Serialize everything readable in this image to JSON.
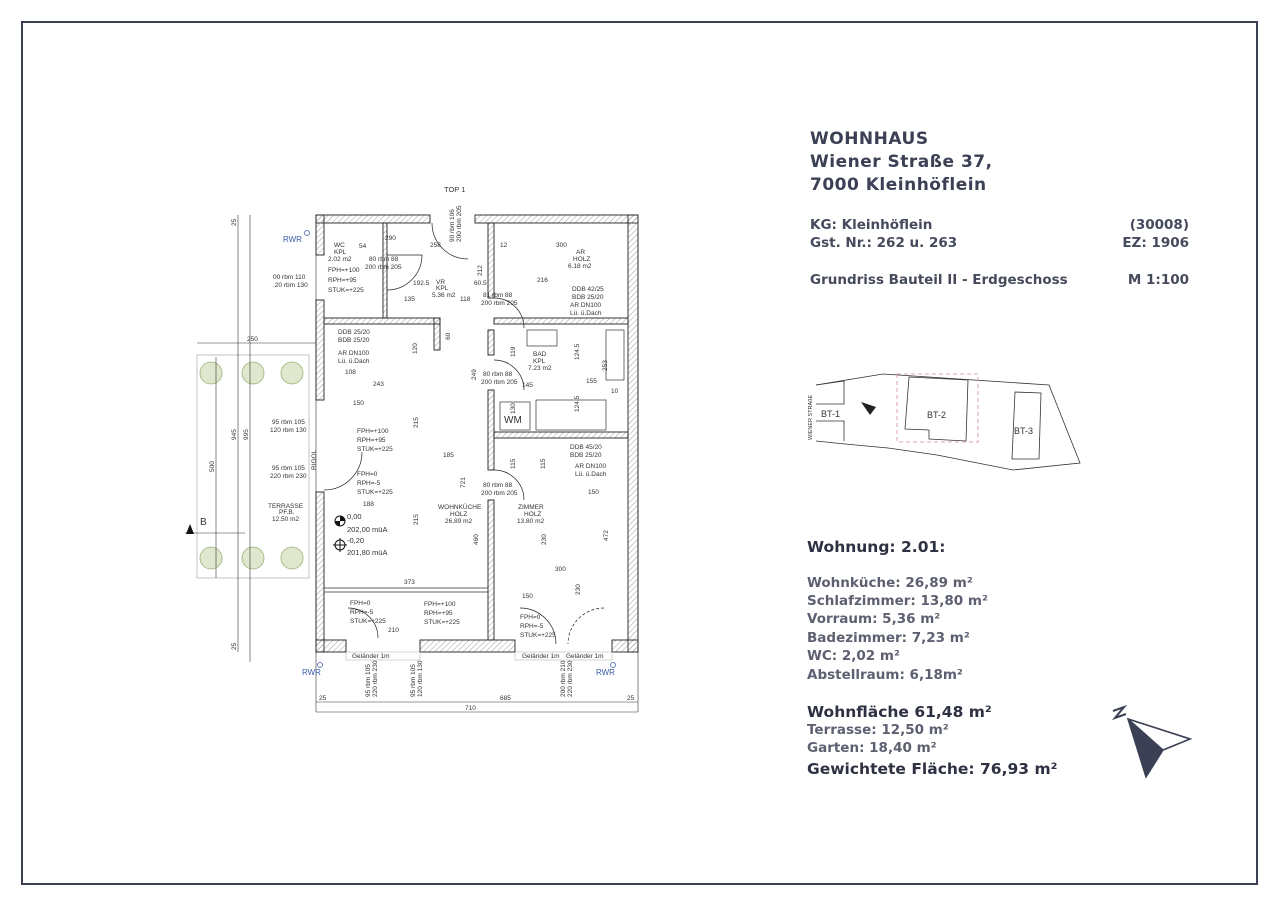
{
  "header": {
    "title_1": "WOHNHAUS",
    "title_2": "Wiener Straße 37,",
    "title_3": "7000 Kleinhöflein",
    "kg": "KG: Kleinhöflein",
    "kg_code": "(30008)",
    "gst": "Gst. Nr.: 262 u. 263",
    "ez": "EZ: 1906",
    "plan_title": "Grundriss Bauteil II - Erdgeschoss",
    "scale": "M 1:100"
  },
  "site_plan": {
    "street": "WIENER STRAßE",
    "buildings": [
      "BT-1",
      "BT-2",
      "BT-3"
    ]
  },
  "apartment": {
    "heading": "Wohnung: 2.01:",
    "rooms": [
      "Wohnküche: 26,89 m²",
      "Schlafzimmer: 13,80 m²",
      "Vorraum: 5,36 m²",
      "Badezimmer: 7,23 m²",
      "WC: 2,02 m²",
      "Abstellraum: 6,18m²"
    ],
    "living_area": "Wohnfläche 61,48 m²",
    "terrace": "Terrasse: 12,50 m²",
    "garden": "Garten: 18,40 m²",
    "weighted_area": "Gewichtete Fläche: 76,93 m²"
  },
  "plan": {
    "top": "TOP 1",
    "rwr": "RWR",
    "wc": [
      "WC",
      "KPL",
      "2.02 m2"
    ],
    "vr": [
      "VR",
      "KPL",
      "5.36 m2"
    ],
    "ar": [
      "AR",
      "HOLZ",
      "6.18 m2"
    ],
    "bad": [
      "BAD",
      "KPL",
      "7.23 m2"
    ],
    "wohnkueche": [
      "WOHNKÜCHE",
      "HOLZ",
      "26.89 m2"
    ],
    "zimmer": [
      "ZIMMER",
      "HOLZ",
      "13.80 m2"
    ],
    "terrasse": [
      "TERRASSE",
      "PF.B.",
      "12.50 m2"
    ],
    "wm": "WM",
    "section": "B",
    "rigol": "RIGOL",
    "fph_100": [
      "FPH=+100",
      "RPH=+95",
      "STUK=+225"
    ],
    "fph_0": [
      "FPH=0",
      "RPH=-5",
      "STUK=+225"
    ],
    "ddb_1": [
      "DDB 42/25",
      "BDB 25/20",
      "AR DN100",
      "Lü. ü.Dach"
    ],
    "ddb_2": [
      "DDB 25/20",
      "BDB 25/20",
      "AR DN100",
      "Lü. ü.Dach"
    ],
    "ddb_3": [
      "DDB 45/20",
      "BDB 25/20",
      "AR DN100",
      "Lü. ü.Dach"
    ],
    "door_80": [
      "80 rbm 88",
      "200 rbm 205"
    ],
    "door_81": [
      "81 rbm 88",
      "200 rbm 205"
    ],
    "win_left_1": [
      "00 rbm 110",
      ".20 rbm 130"
    ],
    "win_left_2": [
      "95 rbm 105",
      "120 rbm 130"
    ],
    "win_left_3": [
      "95 rbm 105",
      "220 rbm 230"
    ],
    "win_bottom_1": [
      "95 rbm 105",
      "220 rbm 230"
    ],
    "win_bottom_2": [
      "95 rbm 105",
      "120 rbm 130"
    ],
    "win_bottom_3": [
      "200 rbm 210",
      "220 rbm 230"
    ],
    "top_door": [
      "90 rbm 106",
      "200 rbm 205"
    ],
    "railing": "Geländer 1m",
    "level_1": [
      "0,00",
      "202,00 müA"
    ],
    "level_2": [
      "-0,20",
      "201,80 müA"
    ],
    "dims": {
      "d54": "54",
      "d290": "290",
      "d258": "258",
      "d12": "12",
      "d300": "300",
      "d216": "216",
      "d192": "192.5",
      "d60_5": "60.5",
      "d135": "135",
      "d118": "118",
      "d108": "108",
      "d243": "243",
      "d150": "150",
      "d185": "185",
      "d188": "188",
      "d373": "373",
      "d145": "145",
      "d155": "155",
      "d10": "10",
      "d210": "210",
      "d25": "25",
      "d685": "685",
      "d710": "710",
      "d250": "250",
      "d945": "945",
      "d995": "995",
      "d500": "500",
      "d212": "212",
      "d249": "249",
      "d215": "215",
      "d721": "721",
      "d460": "460",
      "d119": "119",
      "d124_5": "124.5",
      "d253": "253",
      "d130": "130",
      "d115": "115",
      "d230": "230",
      "d472": "472",
      "d120": "120",
      "d60": "60"
    }
  }
}
